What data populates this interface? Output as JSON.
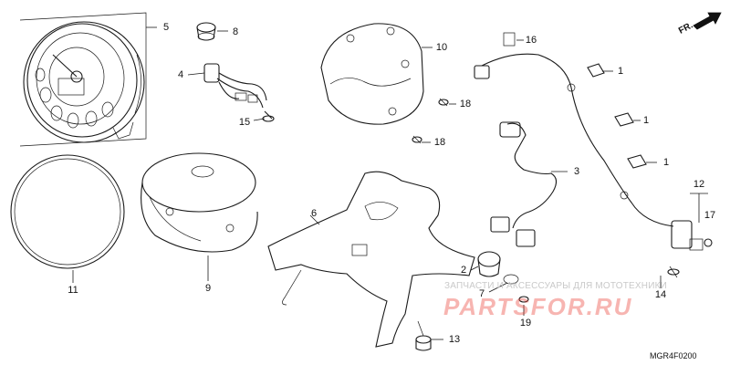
{
  "callouts": [
    {
      "id": "c5",
      "text": "5"
    },
    {
      "id": "c8",
      "text": "8"
    },
    {
      "id": "c4",
      "text": "4"
    },
    {
      "id": "c15",
      "text": "15"
    },
    {
      "id": "c10",
      "text": "10"
    },
    {
      "id": "c18a",
      "text": "18"
    },
    {
      "id": "c18b",
      "text": "18"
    },
    {
      "id": "c16",
      "text": "16"
    },
    {
      "id": "c1a",
      "text": "1"
    },
    {
      "id": "c1b",
      "text": "1"
    },
    {
      "id": "c1c",
      "text": "1"
    },
    {
      "id": "c3",
      "text": "3"
    },
    {
      "id": "c12",
      "text": "12"
    },
    {
      "id": "c17",
      "text": "17"
    },
    {
      "id": "c14",
      "text": "14"
    },
    {
      "id": "c6",
      "text": "6"
    },
    {
      "id": "c2",
      "text": "2"
    },
    {
      "id": "c7",
      "text": "7"
    },
    {
      "id": "c19",
      "text": "19"
    },
    {
      "id": "c13",
      "text": "13"
    },
    {
      "id": "c11",
      "text": "11"
    },
    {
      "id": "c9",
      "text": "9"
    }
  ],
  "orientation": {
    "label": "FR."
  },
  "diagram_code": "MGR4F0200",
  "watermark": {
    "text": "ЗАПЧАСТИ И АКСЕССУАРЫ ДЛЯ МОТОТЕХНИКИ",
    "logo": "PARTSFOR.RU"
  }
}
